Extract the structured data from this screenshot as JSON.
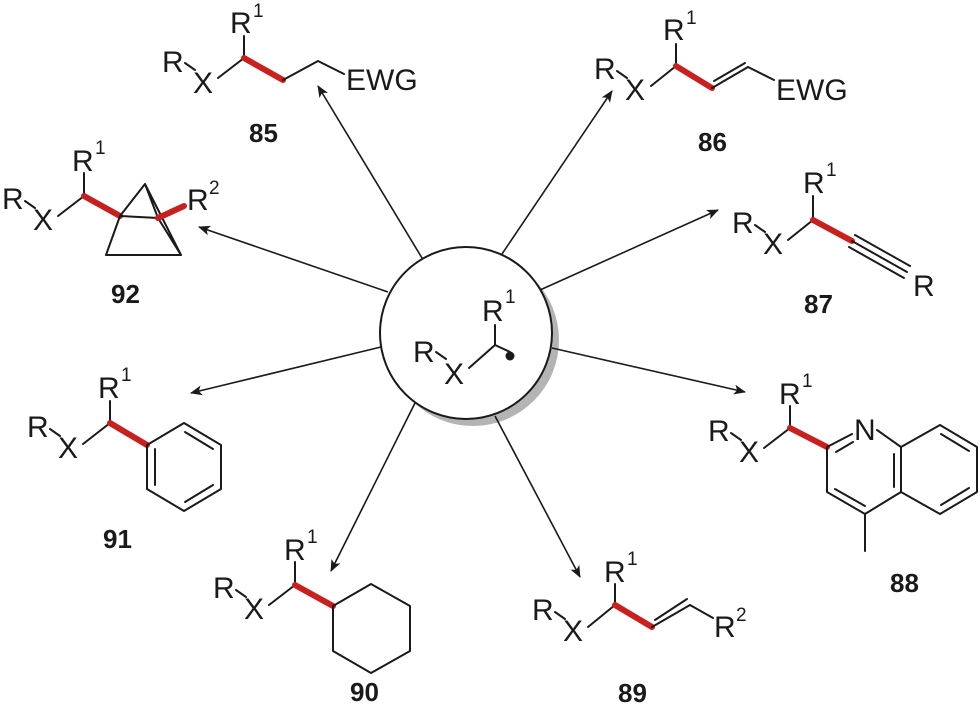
{
  "labels": {
    "R": "R",
    "X": "X",
    "R1": "R",
    "R1_sup": "1",
    "R2": "R",
    "R2_sup": "2",
    "EWG": "EWG",
    "N": "N"
  },
  "compounds": [
    {
      "id": "85",
      "label": "85"
    },
    {
      "id": "86",
      "label": "86"
    },
    {
      "id": "87",
      "label": "87"
    },
    {
      "id": "88",
      "label": "88"
    },
    {
      "id": "89",
      "label": "89"
    },
    {
      "id": "90",
      "label": "90"
    },
    {
      "id": "91",
      "label": "91"
    },
    {
      "id": "92",
      "label": "92"
    }
  ],
  "colors": {
    "new_bond": "#c8201e",
    "line": "#1a1a1a",
    "circle_fill": "#ffffff",
    "circle_shadow": "#b4b4b4"
  }
}
